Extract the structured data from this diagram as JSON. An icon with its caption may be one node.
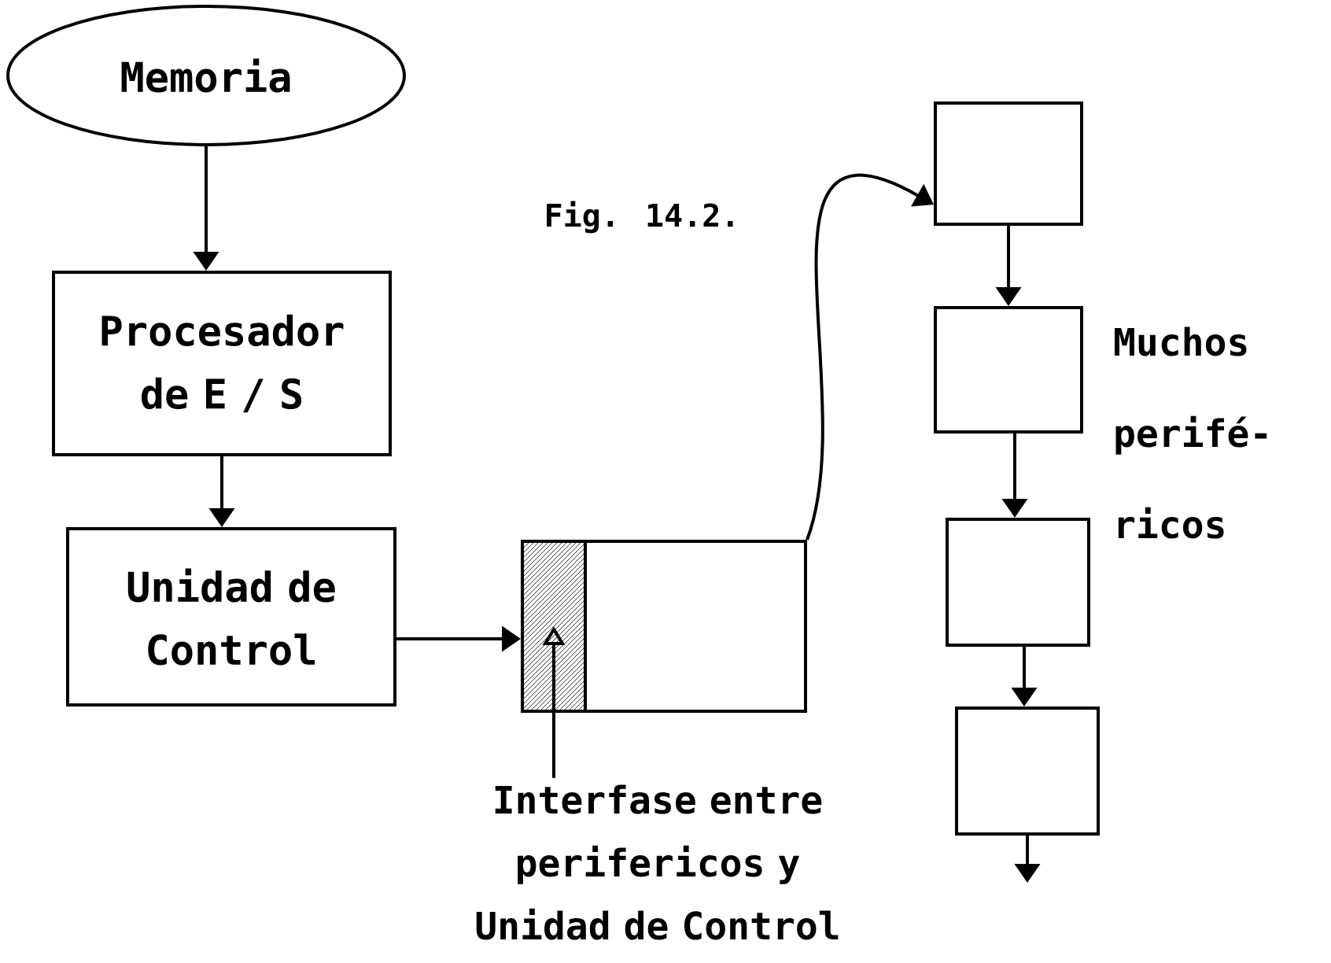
{
  "diagram": {
    "nodes": [
      {
        "text": [
          "Memoria"
        ]
      },
      {
        "text": [
          "Procesador de E / S"
        ]
      },
      {
        "text": [
          "Unidad de Control"
        ]
      },
      {
        "text": [],
        "shape": "box"
      },
      {
        "text": [],
        "shape": "box",
        "in": 3
      },
      {
        "text": [
          "Interfase entre perifericos y Unidad de Control"
        ]
      },
      {
        "text": [],
        "shape": "box"
      },
      {
        "text": [],
        "shape": "box"
      },
      {
        "text": [],
        "shape": "box"
      },
      {
        "text": [],
        "shape": "box"
      }
    ],
    "edges": [
      {
        "from": 0,
        "to": 1,
        "arrow": "to"
      },
      {
        "from": 1,
        "to": 2,
        "arrow": "to"
      },
      {
        "from": 2,
        "to": 3,
        "arrow": "to"
      },
      {
        "from": 5,
        "to": 4,
        "arrow": "to"
      },
      {
        "from": 3,
        "to": 6,
        "arrow": "to"
      },
      {
        "from": 6,
        "to": 7,
        "arrow": "to"
      },
      {
        "from": 7,
        "to": 8,
        "arrow": "to"
      },
      {
        "from": 8,
        "to": 9,
        "arrow": "to"
      },
      {
        "from": 9,
        "to": null,
        "arrow": "to"
      }
    ],
    "labels": [
      "Fig. 14.2.",
      "Muchos perifé- ricos"
    ]
  }
}
